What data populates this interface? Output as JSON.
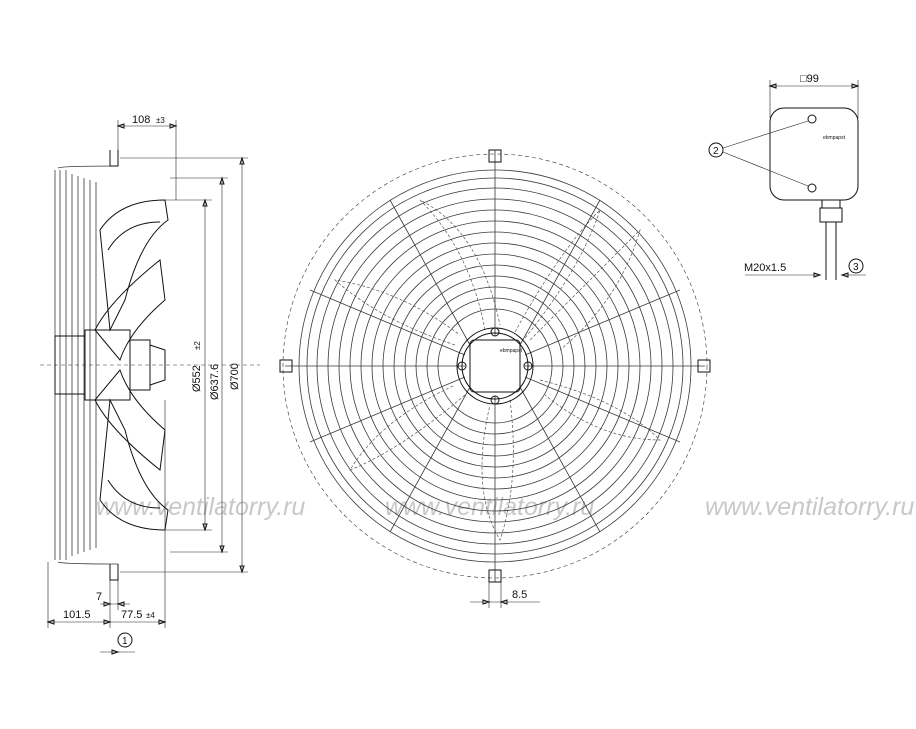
{
  "dimensions": {
    "top_offset": "108",
    "top_offset_tol": "±3",
    "diameter_inner": "Ø552",
    "diameter_inner_tol": "±2",
    "diameter_mid": "Ø637.6",
    "diameter_outer": "Ø700",
    "bottom_small": "7",
    "bottom_left": "101.5",
    "bottom_right": "77.5",
    "bottom_right_tol": "±4",
    "hole_offset": "8.5",
    "box_size": "□99",
    "cable_gland": "M20x1.5"
  },
  "callouts": {
    "one": "1",
    "two": "2",
    "three": "3"
  },
  "terminal_box_logo": "ebmpapst",
  "hub_logo": "ebmpapst",
  "watermark": "www.ventilatorry.ru",
  "colors": {
    "line": "#111111",
    "watermark": "#c8c8c8",
    "background": "#ffffff"
  }
}
